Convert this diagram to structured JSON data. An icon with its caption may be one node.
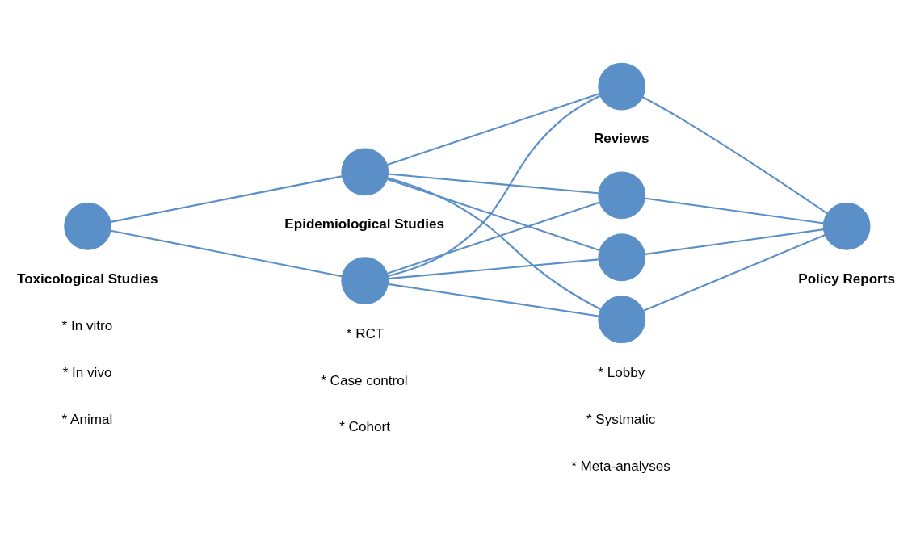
{
  "diagram": {
    "nodes": [
      {
        "text": [],
        "shape": "circle"
      },
      {
        "text": [],
        "shape": "circle"
      },
      {
        "text": [],
        "shape": "circle"
      },
      {
        "text": [],
        "shape": "circle"
      },
      {
        "text": [],
        "shape": "circle"
      },
      {
        "text": [],
        "shape": "circle"
      },
      {
        "text": [],
        "shape": "circle"
      },
      {
        "text": [],
        "shape": "circle"
      }
    ],
    "edges": [
      {
        "from": 0,
        "to": 1,
        "arrow": "none"
      },
      {
        "from": 0,
        "to": 2,
        "arrow": "none"
      },
      {
        "from": 1,
        "to": 3,
        "arrow": "none"
      },
      {
        "from": 1,
        "to": 4,
        "arrow": "none"
      },
      {
        "from": 1,
        "to": 5,
        "arrow": "none"
      },
      {
        "from": 1,
        "to": 6,
        "arrow": "none"
      },
      {
        "from": 2,
        "to": 3,
        "arrow": "none"
      },
      {
        "from": 2,
        "to": 4,
        "arrow": "none"
      },
      {
        "from": 2,
        "to": 5,
        "arrow": "none"
      },
      {
        "from": 2,
        "to": 6,
        "arrow": "none"
      },
      {
        "from": 3,
        "to": 7,
        "arrow": "none"
      },
      {
        "from": 4,
        "to": 7,
        "arrow": "none"
      },
      {
        "from": 5,
        "to": 7,
        "arrow": "none"
      },
      {
        "from": 6,
        "to": 7,
        "arrow": "none"
      }
    ],
    "labels": [
      "Toxicological Studies",
      "* In vitro",
      "* In vivo",
      "* Animal",
      "Epidemiological Studies",
      "* RCT",
      "* Case control",
      "* Cohort",
      "Reviews",
      "* Lobby",
      "* Systmatic",
      "* Meta-analyses",
      "Policy Reports"
    ]
  }
}
